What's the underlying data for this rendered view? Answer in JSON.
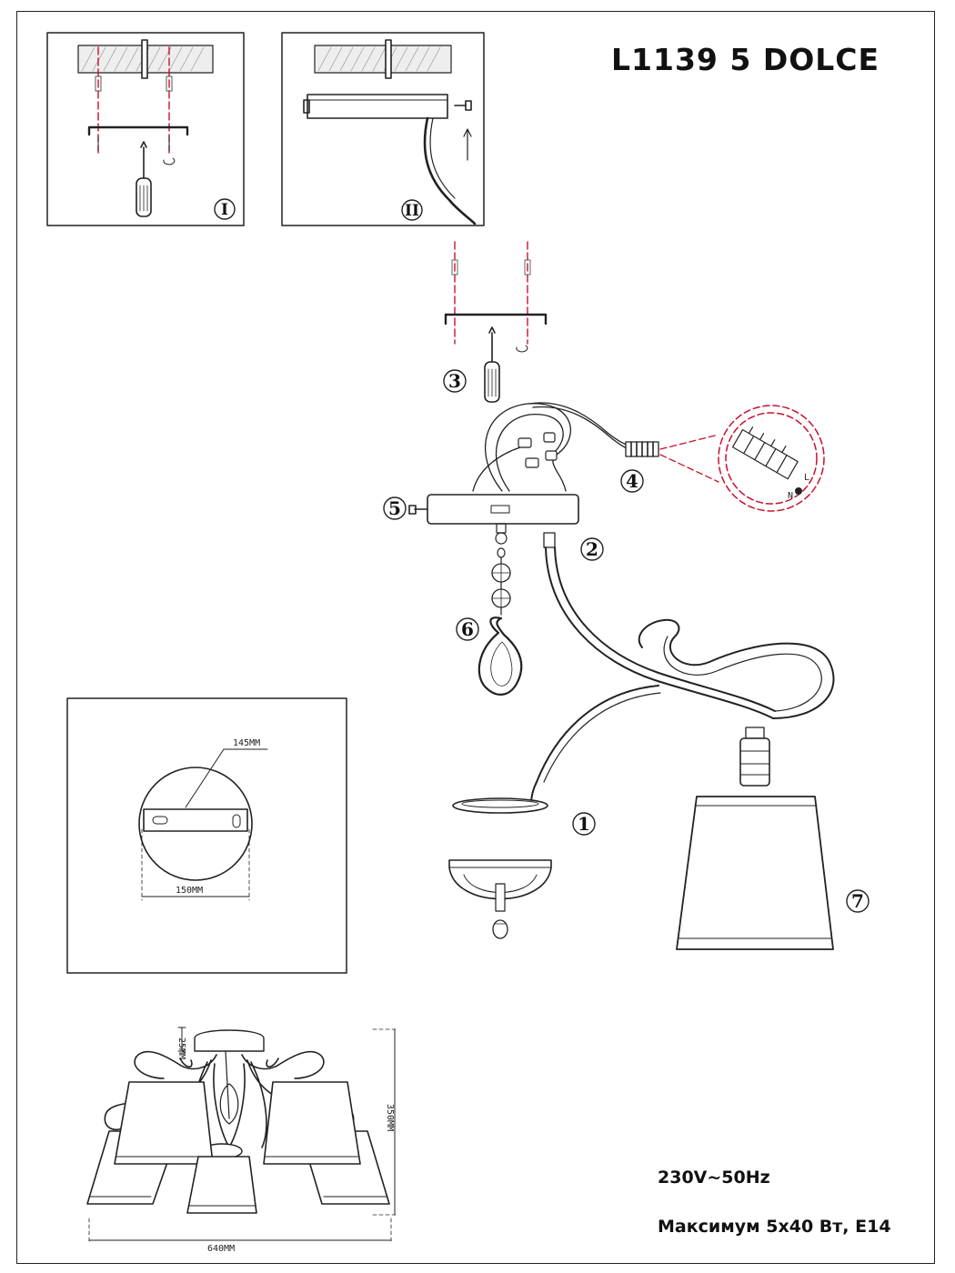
{
  "title": "L1139 5  DOLCE",
  "step_labels": {
    "step1": "I",
    "step2": "II"
  },
  "callouts": [
    "1",
    "2",
    "3",
    "4",
    "5",
    "6",
    "7"
  ],
  "terminal_labels": {
    "line": "L",
    "neutral": "N"
  },
  "dimensions": {
    "plate_height": "145MM",
    "plate_width": "150MM",
    "canopy_height": "25MM",
    "total_height": "350MM",
    "total_width": "640MM"
  },
  "specs": {
    "voltage": "230V~50Hz",
    "power": "Максимум 5x40 Вт, E14"
  }
}
